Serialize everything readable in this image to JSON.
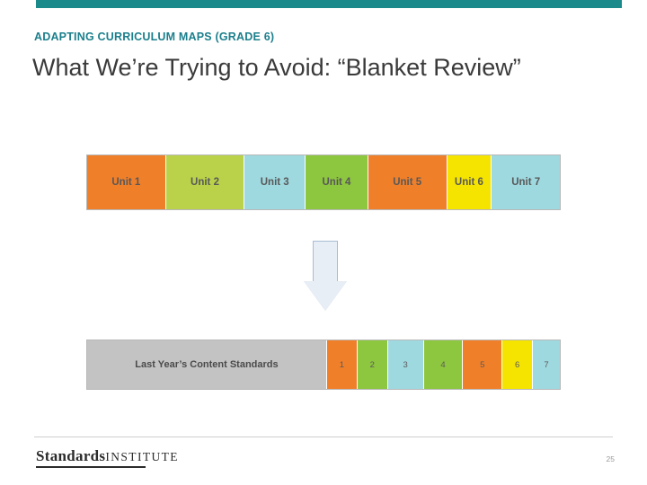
{
  "slide": {
    "eyebrow": "ADAPTING CURRICULUM MAPS (GRADE 6)",
    "title": "What We’re Trying to Avoid: “Blanket Review”",
    "accent_color": "#1b8a8a",
    "eyebrow_color": "#1b7f8c"
  },
  "diagram": {
    "units": [
      {
        "label": "Unit 1",
        "color": "#f07f2a",
        "width": 88
      },
      {
        "label": "Unit 2",
        "color": "#b9d24a",
        "width": 88
      },
      {
        "label": "Unit 3",
        "color": "#9fd9e0",
        "width": 68
      },
      {
        "label": "Unit 4",
        "color": "#8dc63f",
        "width": 70
      },
      {
        "label": "Unit 5",
        "color": "#f07f2a",
        "width": 88
      },
      {
        "label": "Unit 6",
        "color": "#f5e400",
        "width": 50
      },
      {
        "label": "Unit 7",
        "color": "#9fd9e0",
        "width": 76
      }
    ],
    "arrow": {
      "name": "down-arrow",
      "fill": "#e8eef5",
      "stroke": "#a9bdd4"
    },
    "standards_row": {
      "label": "Last Year’s Content Standards",
      "label_color": "#c3c3c3",
      "label_width": 268,
      "cells": [
        {
          "label": "1",
          "color": "#f07f2a",
          "width": 34
        },
        {
          "label": "2",
          "color": "#8dc63f",
          "width": 34
        },
        {
          "label": "3",
          "color": "#9fd9e0",
          "width": 40
        },
        {
          "label": "4",
          "color": "#8dc63f",
          "width": 44
        },
        {
          "label": "5",
          "color": "#f07f2a",
          "width": 44
        },
        {
          "label": "6",
          "color": "#f5e400",
          "width": 34
        },
        {
          "label": "7",
          "color": "#9fd9e0",
          "width": 30
        }
      ]
    }
  },
  "footer": {
    "logo_bold": "Standards",
    "logo_light": "INSTITUTE",
    "page_number": "25"
  }
}
